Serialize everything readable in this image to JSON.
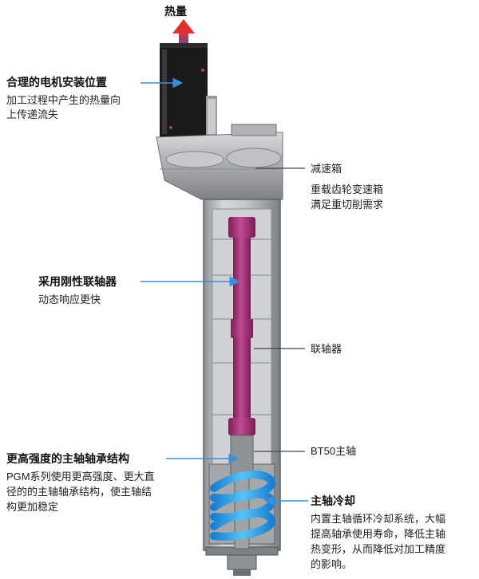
{
  "colors": {
    "arrow_blue": "#3a8fd6",
    "coupling": "#b3367f",
    "cooling": "#2aa8e8",
    "heat_top": "#e03030",
    "heat_bottom": "#2a5cc8",
    "housing": "#b9bcc0",
    "motor": "#1a1a1a"
  },
  "labels": {
    "heat": "热量",
    "motor_title": "合理的电机安装位置",
    "motor_desc_1": "加工过程中产生的热量向",
    "motor_desc_2": "上传递流失",
    "gearbox_title": "减速箱",
    "gearbox_desc_1": "重载齿轮变速箱",
    "gearbox_desc_2": "满足重切削需求",
    "coupling_title": "采用刚性联轴器",
    "coupling_desc": "动态响应更快",
    "coupler": "联轴器",
    "bt50": "BT50主轴",
    "bearing_title": "更高强度的主轴轴承结构",
    "bearing_desc_1": "PGM系列使用更高强度、更大直",
    "bearing_desc_2": "径的的主轴轴承结构，使主轴结",
    "bearing_desc_3": "构更加稳定",
    "cooling_title": "主轴冷却",
    "cooling_desc_1": "内置主轴循环冷却系统，大幅",
    "cooling_desc_2": "提高轴承使用寿命，降低主轴",
    "cooling_desc_3": "热变形，从而降低对加工精度",
    "cooling_desc_4": "的影响。"
  }
}
